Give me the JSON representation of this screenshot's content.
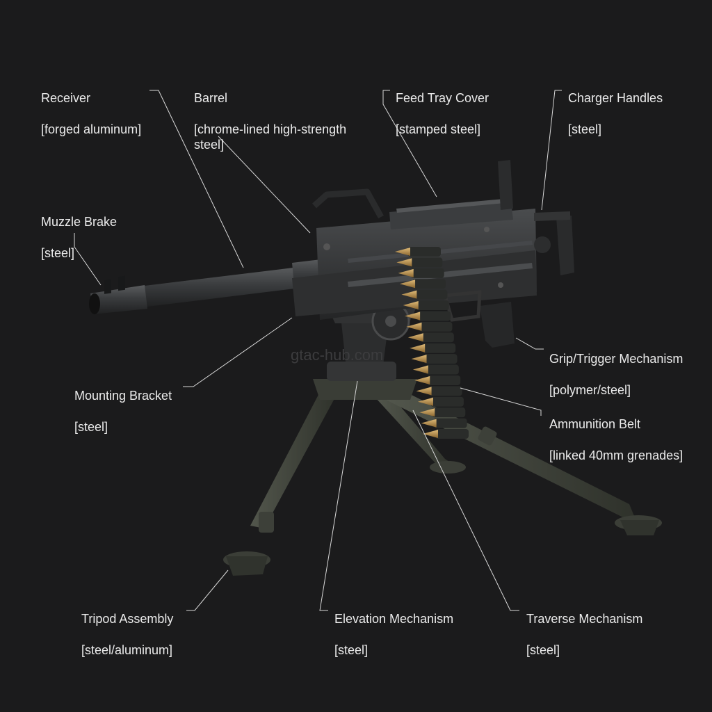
{
  "colors": {
    "background": "#1b1b1c",
    "metal_dark": "#2f3031",
    "metal_mid": "#3f4142",
    "tripod_olive": "#43463f",
    "brass": "#b08a4c",
    "leader_line": "#d9d9d9",
    "label_text": "#ececec"
  },
  "watermark": "gtac-hub.com",
  "labels": [
    {
      "id": "receiver",
      "name": "Receiver",
      "material": "[forged aluminum]"
    },
    {
      "id": "barrel",
      "name": "Barrel",
      "material": "[chrome-lined high-strength\nsteel]"
    },
    {
      "id": "feed-tray-cover",
      "name": "Feed Tray Cover",
      "material": "[stamped steel]"
    },
    {
      "id": "charger-handles",
      "name": "Charger Handles",
      "material": "[steel]"
    },
    {
      "id": "muzzle-brake",
      "name": "Muzzle Brake",
      "material": "[steel]"
    },
    {
      "id": "grip-trigger",
      "name": "Grip/Trigger Mechanism",
      "material": "[polymer/steel]"
    },
    {
      "id": "mounting-bracket",
      "name": "Mounting Bracket",
      "material": "[steel]"
    },
    {
      "id": "ammunition-belt",
      "name": "Ammunition Belt",
      "material": "[linked 40mm grenades]"
    },
    {
      "id": "tripod-assembly",
      "name": "Tripod Assembly",
      "material": "[steel/aluminum]"
    },
    {
      "id": "elevation-mechanism",
      "name": "Elevation Mechanism",
      "material": "[steel]"
    },
    {
      "id": "traverse-mechanism",
      "name": "Traverse Mechanism",
      "material": "[steel]"
    }
  ]
}
